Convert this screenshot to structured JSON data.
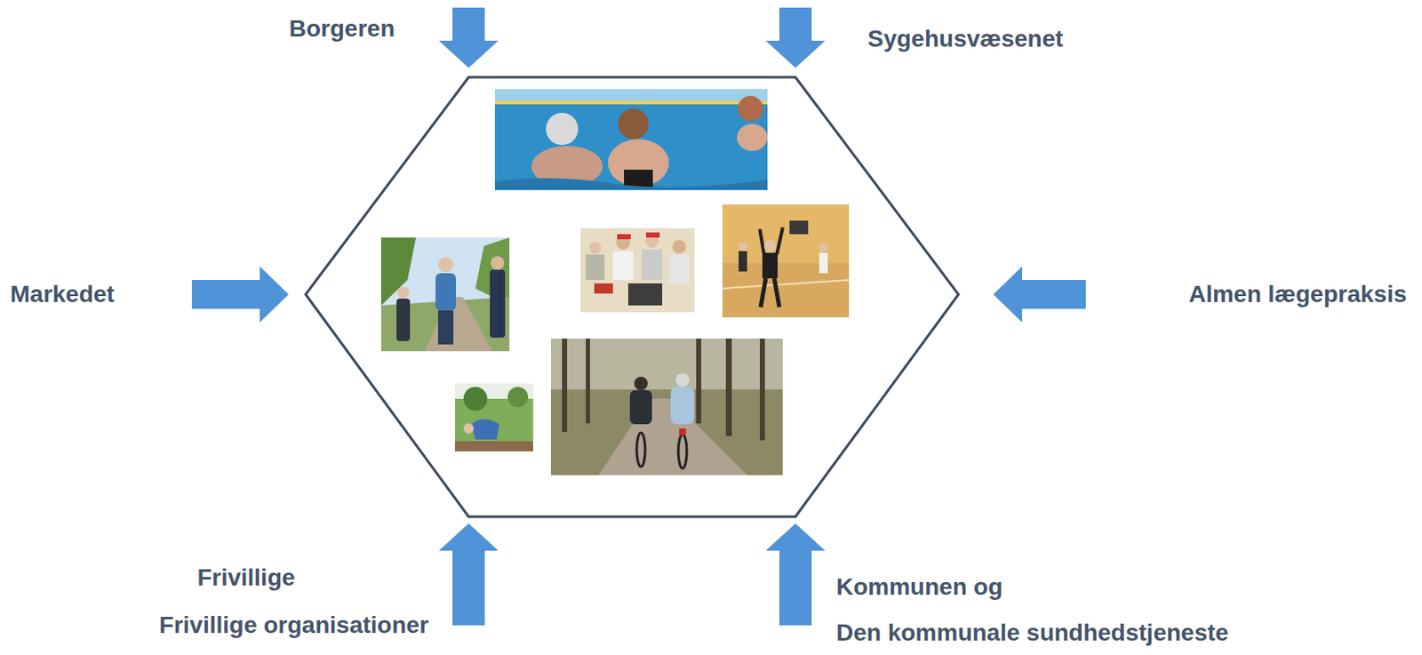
{
  "diagram": {
    "labels": [
      "Borgeren",
      "Sygehusvæsenet",
      "Markedet",
      "Almen lægepraksis",
      "Frivillige",
      "Frivillige organisationer",
      "Kommunen og",
      "Den kommunale sundhedstjeneste"
    ]
  }
}
